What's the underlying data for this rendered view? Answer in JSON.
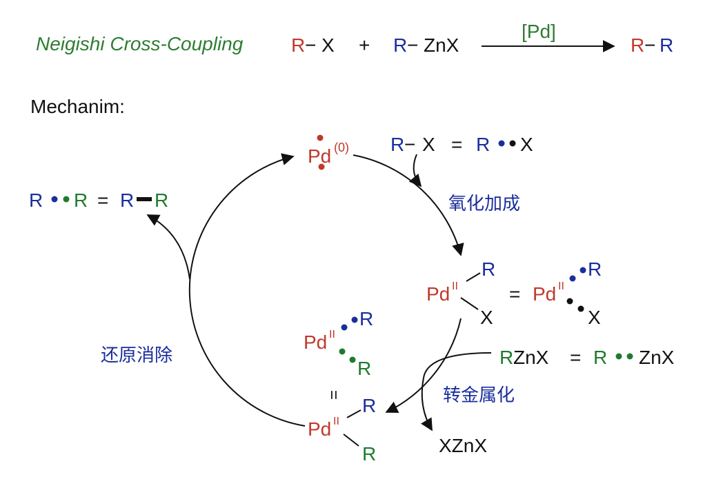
{
  "colors": {
    "red": "#c0392b",
    "blue": "#1a2e9c",
    "green": "#1e7b2e",
    "black": "#111111",
    "title_green": "#2e7d32"
  },
  "header": {
    "title": "Neigishi Cross-Coupling",
    "eq_rx_r": "R",
    "eq_rx_bond": "−",
    "eq_rx_x": "X",
    "plus": "+",
    "eq_rzn_r": "R",
    "eq_rzn_bond": "−",
    "eq_rzn_znx": "ZnX",
    "catalyst": "[Pd]",
    "prod_r1": "R",
    "prod_bond": "−",
    "prod_r2": "R"
  },
  "mechanism": {
    "label": "Mechanim:",
    "pd0": {
      "metal": "Pd",
      "ox": "(0)"
    },
    "rx_def": {
      "r": "R",
      "bond": "−",
      "x": "X",
      "eq": "=",
      "r2": "R",
      "x2": "X"
    },
    "step_oxidative_addition": "氧化加成",
    "pd2_rx": {
      "metal": "Pd",
      "ox": "II",
      "r": "R",
      "x": "X",
      "eq": "=",
      "metal2": "Pd",
      "ox2": "II",
      "r2": "R",
      "x2": "X"
    },
    "rznx_def": {
      "r": "R",
      "znx": "ZnX",
      "eq": "=",
      "r2": "R",
      "znx2": "ZnX"
    },
    "step_transmetalation": "转金属化",
    "byproduct": "XZnX",
    "pd2_rr_dots": {
      "metal": "Pd",
      "ox": "II",
      "r1": "R",
      "r2": "R"
    },
    "equals_vertical": "=",
    "pd2_rr": {
      "metal": "Pd",
      "ox": "II",
      "r1": "R",
      "r2": "R"
    },
    "step_reductive_elimination": "还原消除",
    "product_def": {
      "r1": "R",
      "r2": "R",
      "eq": "=",
      "r3": "R",
      "r4": "R"
    }
  }
}
